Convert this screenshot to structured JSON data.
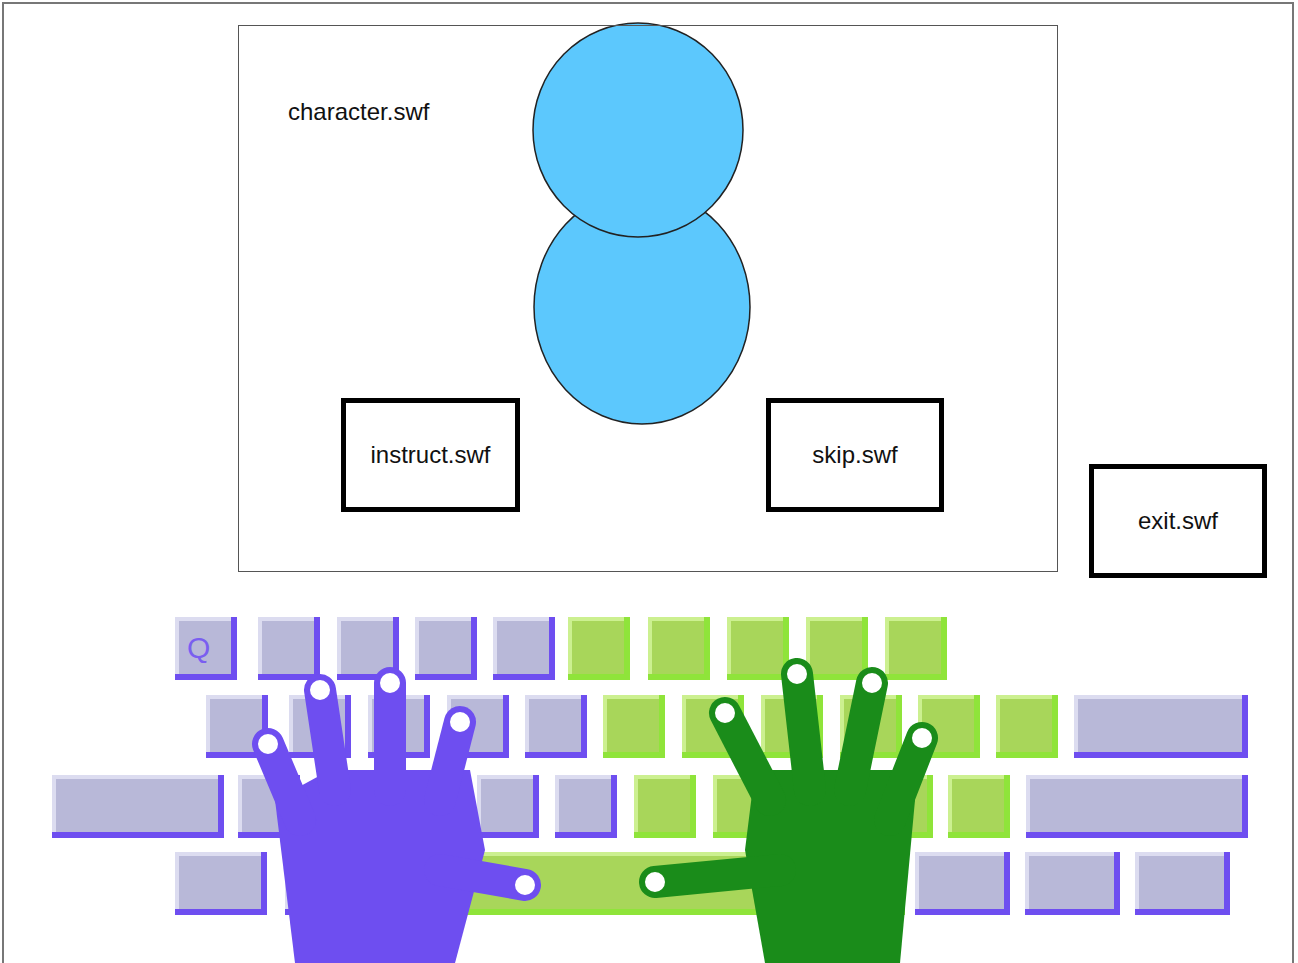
{
  "diagram": {
    "nodes": [
      {
        "text": [
          "character.swf"
        ]
      },
      {
        "text": [
          "instruct.swf"
        ],
        "in": 0
      },
      {
        "text": [
          "skip.swf"
        ],
        "in": 0
      },
      {
        "text": [
          "exit.swf"
        ]
      }
    ],
    "labels": [
      "Q"
    ]
  }
}
